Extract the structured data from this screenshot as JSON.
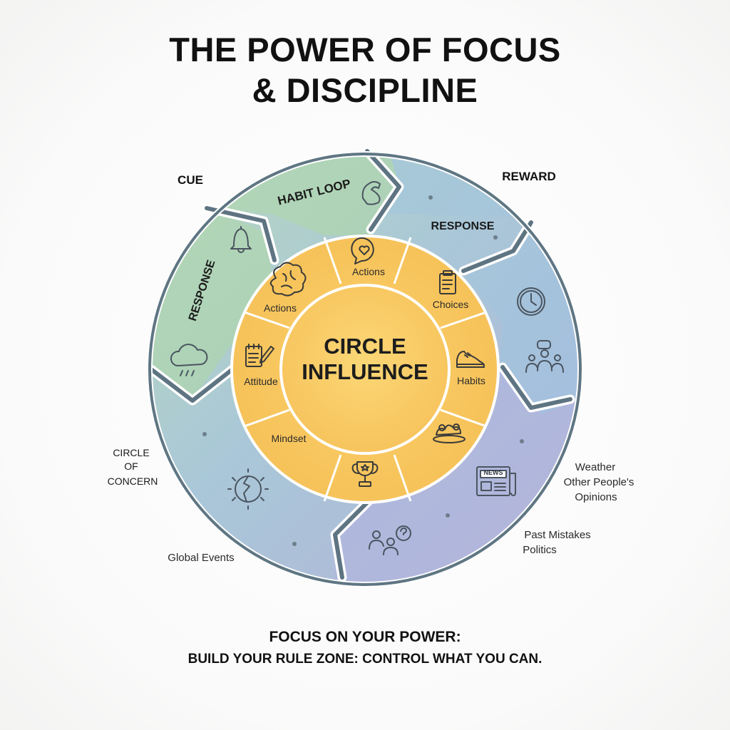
{
  "title": {
    "line1": "THE POWER OF FOCUS",
    "line2": "& DISCIPLINE"
  },
  "habit_loop": {
    "title": "HABIT LOOP",
    "cue": "CUE",
    "reward": "REWARD",
    "response_left": "RESPONSE",
    "response_right": "RESPONSE"
  },
  "center": {
    "line1": "CIRCLE",
    "line2": "INFLUENCE"
  },
  "inner_ring": {
    "actions_top": "Actions",
    "actions_left": "Actions",
    "choices": "Choices",
    "attitude": "Attitude",
    "habits": "Habits",
    "mindset": "Mindset"
  },
  "concern": {
    "label_line1": "CIRCLE",
    "label_line2": "OF",
    "label_line3": "CONCERN",
    "weather": "Weather",
    "other_people_line1": "Other People's",
    "other_people_line2": "Opinions",
    "past_mistakes": "Past Mistakes",
    "politics": "Politics",
    "global_events": "Global Events"
  },
  "icons": {
    "news_text": "NEWS"
  },
  "footer": {
    "line1": "FOCUS ON YOUR POWER:",
    "line2": "BUILD YOUR RULE ZONE: CONTROL WHAT YOU CAN."
  },
  "colors": {
    "outer_green": "#b3d3b8",
    "outer_blue": "#a9c3db",
    "outer_purple": "#b1b4d8",
    "ring_border": "#5f7683",
    "inner_ring": "#f7c45c",
    "center": "#f9cb62"
  }
}
